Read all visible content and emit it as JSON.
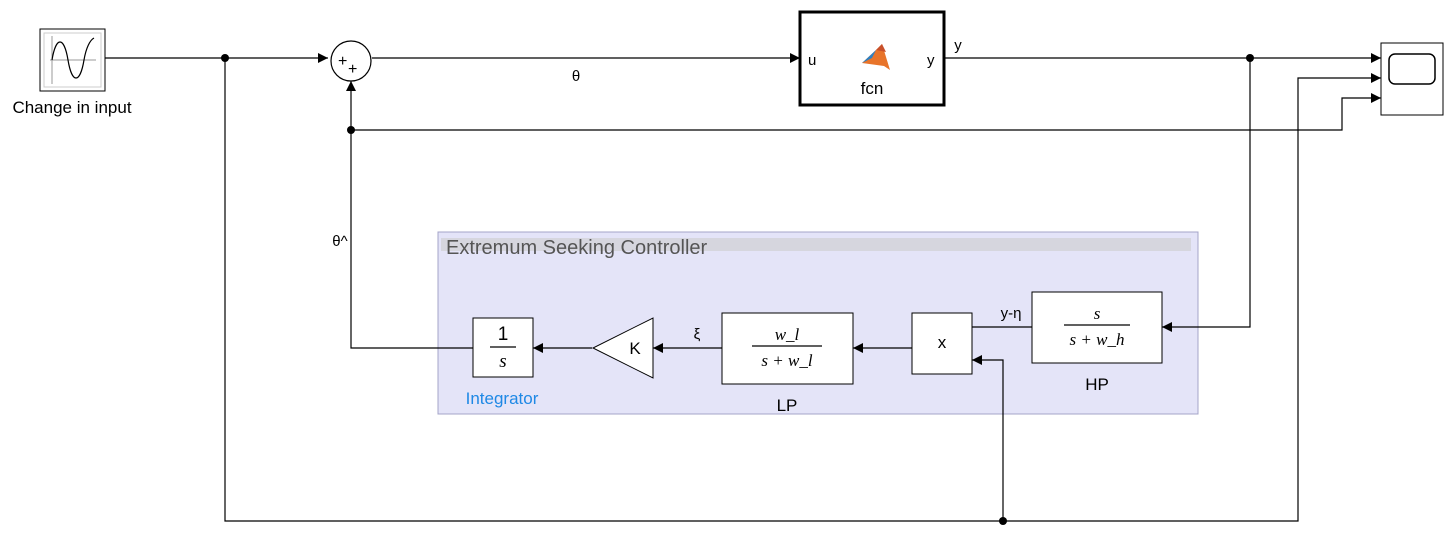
{
  "blocks": {
    "sine_source": {
      "label": "Change in input"
    },
    "sum": {
      "sign_a": "+",
      "sign_b": "+"
    },
    "fcn": {
      "label": "fcn",
      "in_port": "u",
      "out_port": "y"
    },
    "subsystem": {
      "title": "Extremum Seeking Controller"
    },
    "integrator": {
      "numerator": "1",
      "denominator": "s",
      "label": "Integrator"
    },
    "gain": {
      "value": "K"
    },
    "lowpass": {
      "numerator": "w_l",
      "denominator": "s + w_l",
      "label": "LP"
    },
    "product": {
      "symbol": "x"
    },
    "highpass": {
      "numerator": "s",
      "denominator": "s + w_h",
      "label": "HP"
    }
  },
  "signals": {
    "theta": "θ",
    "y": "y",
    "theta_hat": "θ^",
    "xi": "ξ",
    "y_minus_eta": "y-η"
  },
  "colors": {
    "subsystem_fill": "#e4e4f8",
    "subsystem_border": "#a4a4c8",
    "integrator_label": "#1e88e5",
    "matlab_logo_orange": "#e8742a",
    "matlab_logo_blue": "#2f80c0"
  },
  "icons": [
    "sine-wave-icon",
    "matlab-logo-icon",
    "scope-screen-icon"
  ]
}
